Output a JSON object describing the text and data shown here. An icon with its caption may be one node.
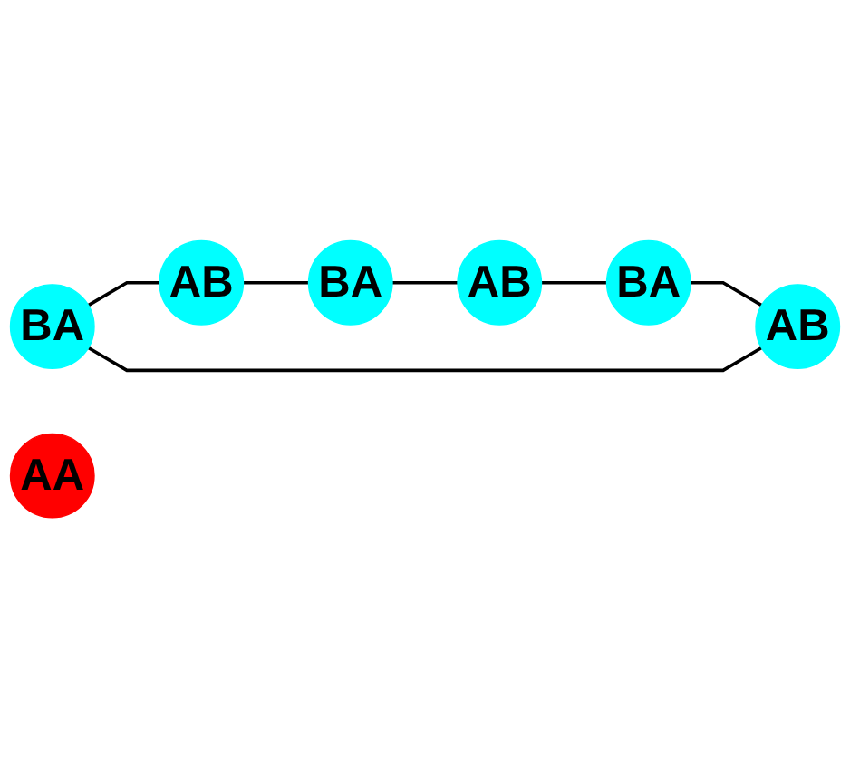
{
  "diagram": {
    "nodes": [
      {
        "text": [
          "BA"
        ]
      },
      {
        "text": [
          "AB"
        ]
      },
      {
        "text": [
          "AB"
        ]
      },
      {
        "text": [
          "AA"
        ]
      },
      {
        "text": [
          "BA"
        ]
      },
      {
        "text": [
          "BA"
        ]
      },
      {
        "text": [
          "AB"
        ]
      }
    ],
    "edges": [
      {
        "from": 0,
        "to": 1,
        "arrow": "none"
      },
      {
        "from": 1,
        "to": 4,
        "arrow": "none"
      },
      {
        "from": 4,
        "to": 6,
        "arrow": "none"
      },
      {
        "from": 6,
        "to": 5,
        "arrow": "none"
      },
      {
        "from": 5,
        "to": 2,
        "arrow": "none"
      },
      {
        "from": 2,
        "to": 0,
        "arrow": "none"
      }
    ]
  }
}
